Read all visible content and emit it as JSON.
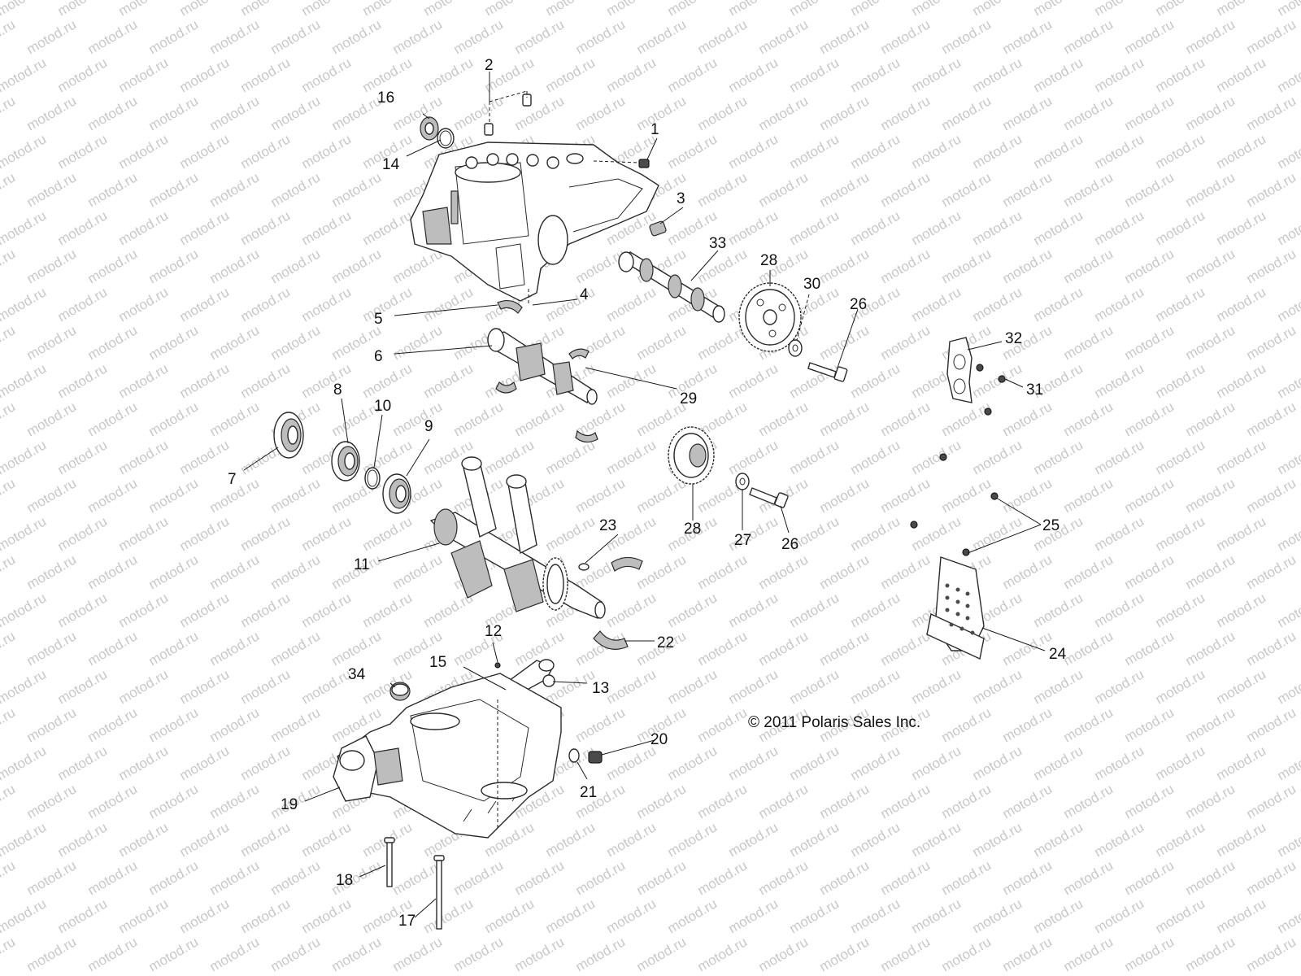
{
  "watermark_text": "motod.ru",
  "copyright": "© 2011 Polaris Sales Inc.",
  "callouts": [
    {
      "id": "c1",
      "label": "1"
    },
    {
      "id": "c2",
      "label": "2"
    },
    {
      "id": "c3",
      "label": "3"
    },
    {
      "id": "c4",
      "label": "4"
    },
    {
      "id": "c5",
      "label": "5"
    },
    {
      "id": "c6",
      "label": "6"
    },
    {
      "id": "c7",
      "label": "7"
    },
    {
      "id": "c8",
      "label": "8"
    },
    {
      "id": "c9",
      "label": "9"
    },
    {
      "id": "c10",
      "label": "10"
    },
    {
      "id": "c11",
      "label": "11"
    },
    {
      "id": "c12",
      "label": "12"
    },
    {
      "id": "c13",
      "label": "13"
    },
    {
      "id": "c14",
      "label": "14"
    },
    {
      "id": "c15",
      "label": "15"
    },
    {
      "id": "c16",
      "label": "16"
    },
    {
      "id": "c17",
      "label": "17"
    },
    {
      "id": "c18",
      "label": "18"
    },
    {
      "id": "c19",
      "label": "19"
    },
    {
      "id": "c20",
      "label": "20"
    },
    {
      "id": "c21",
      "label": "21"
    },
    {
      "id": "c22",
      "label": "22"
    },
    {
      "id": "c23",
      "label": "23"
    },
    {
      "id": "c24",
      "label": "24"
    },
    {
      "id": "c25",
      "label": "25"
    },
    {
      "id": "c26a",
      "label": "26"
    },
    {
      "id": "c26b",
      "label": "26"
    },
    {
      "id": "c27",
      "label": "27"
    },
    {
      "id": "c28a",
      "label": "28"
    },
    {
      "id": "c28b",
      "label": "28"
    },
    {
      "id": "c29",
      "label": "29"
    },
    {
      "id": "c30",
      "label": "30"
    },
    {
      "id": "c31",
      "label": "31"
    },
    {
      "id": "c32",
      "label": "32"
    },
    {
      "id": "c33",
      "label": "33"
    },
    {
      "id": "c34",
      "label": "34"
    }
  ]
}
